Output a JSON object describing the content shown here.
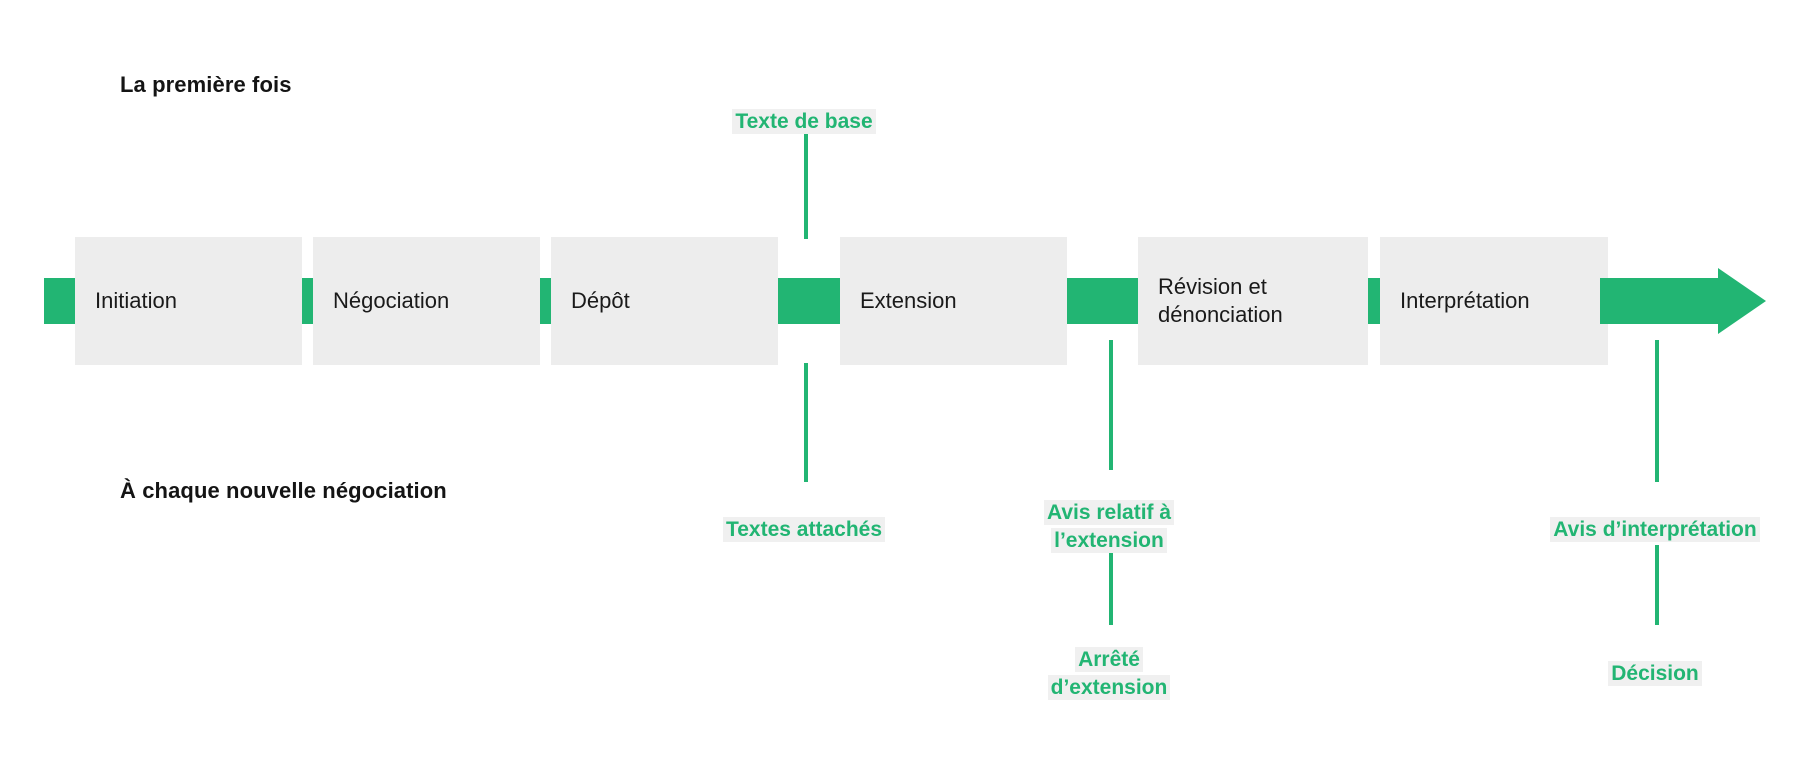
{
  "diagram": {
    "title_visible": false,
    "colors": {
      "accent_green": "#22b573",
      "box_fill": "#ededed",
      "label_highlight": "#f0f0f0",
      "text_dark": "#1a1a1a",
      "page_background": "#ffffff"
    },
    "headings": {
      "top": "La première fois",
      "bottom": "À chaque nouvelle négociation"
    },
    "stages": [
      {
        "label": "Initiation",
        "connector": "small"
      },
      {
        "label": "Négociation",
        "connector": "small"
      },
      {
        "label": "Dépôt",
        "connector": "small"
      },
      {
        "label": "Extension",
        "connector": "wide"
      },
      {
        "label": "Révision et\ndénonciation",
        "connector": "wide"
      },
      {
        "label": "Interprétation",
        "connector": "small"
      }
    ],
    "callouts": [
      {
        "id": "texte-de-base",
        "text": "Texte de base",
        "position": "above",
        "anchor_stage": "Dépôt/Extension"
      },
      {
        "id": "textes-attaches",
        "text": "Textes attachés",
        "position": "below",
        "anchor_stage": "Dépôt/Extension"
      },
      {
        "id": "avis-extension",
        "text": "Avis relatif à\nl’extension",
        "position": "below",
        "anchor_stage": "Extension/Révision"
      },
      {
        "id": "arrete-extension",
        "text": "Arrêté\nd’extension",
        "position": "below-2",
        "anchor_stage": "Extension/Révision"
      },
      {
        "id": "avis-interpretation",
        "text": "Avis d’interprétation",
        "position": "below",
        "anchor_stage": "Interprétation"
      },
      {
        "id": "decision",
        "text": "Décision",
        "position": "below-2",
        "anchor_stage": "Interprétation"
      }
    ],
    "arrow": {
      "name": "flow-arrow",
      "direction": "right"
    }
  }
}
